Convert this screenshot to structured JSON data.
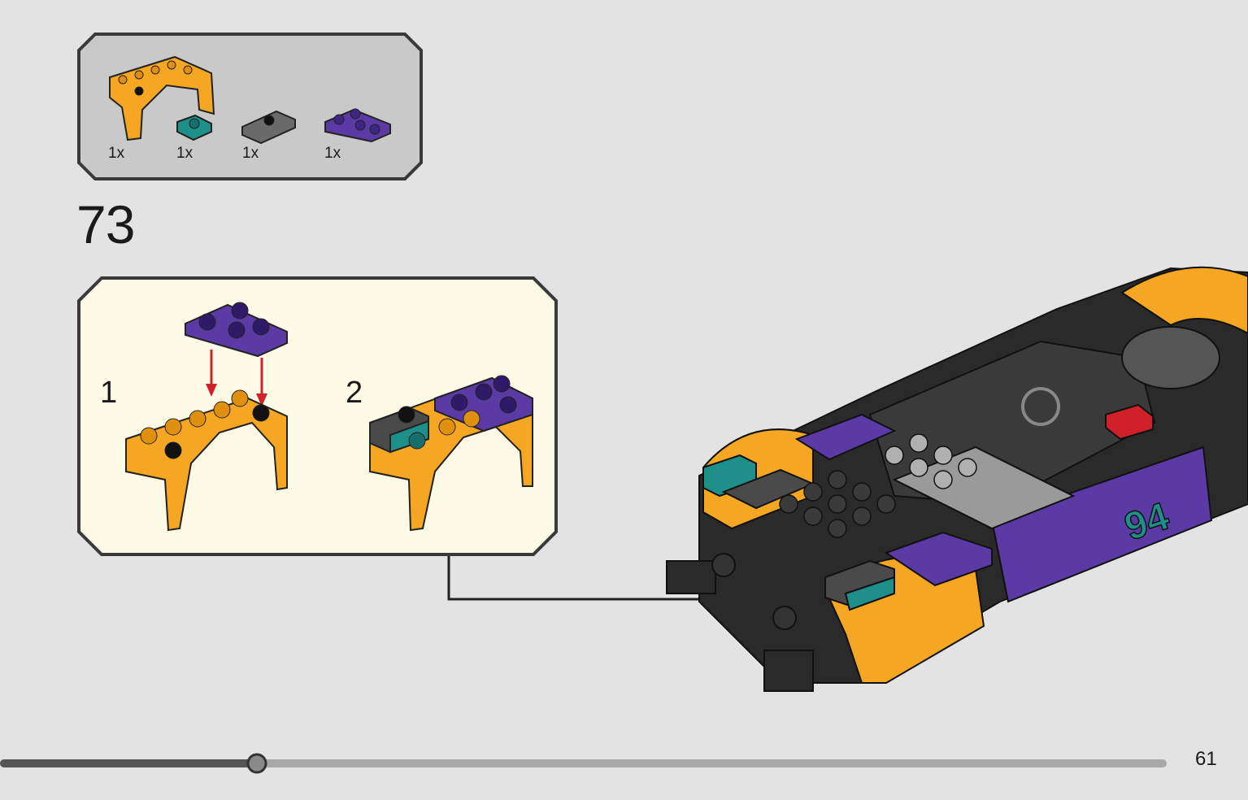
{
  "parts_list": {
    "items": [
      {
        "part": "orange wheel arch with plate",
        "color": "#f5a623",
        "quantity": "1x"
      },
      {
        "part": "teal 1x1 plate",
        "color": "#1f8f8a",
        "quantity": "1x"
      },
      {
        "part": "dark gray 1x2 jumper plate",
        "color": "#5a5a5a",
        "quantity": "1x"
      },
      {
        "part": "purple 2x2 corner plate",
        "color": "#5b3aa6",
        "quantity": "1x"
      }
    ]
  },
  "step": {
    "number": "73"
  },
  "sub_steps": [
    {
      "label": "1"
    },
    {
      "label": "2"
    }
  ],
  "colors": {
    "background": "#e3e3e3",
    "callout_bg": "#fdfbe6",
    "parts_bg": "#c8c8c8",
    "orange": "#f5a623",
    "purple": "#5b3aa6",
    "teal": "#1f8f8a",
    "dark_gray": "#4a4a4a",
    "arrow_red": "#d0202a"
  },
  "progress": {
    "fraction": 0.22
  },
  "page": {
    "number": "61"
  }
}
